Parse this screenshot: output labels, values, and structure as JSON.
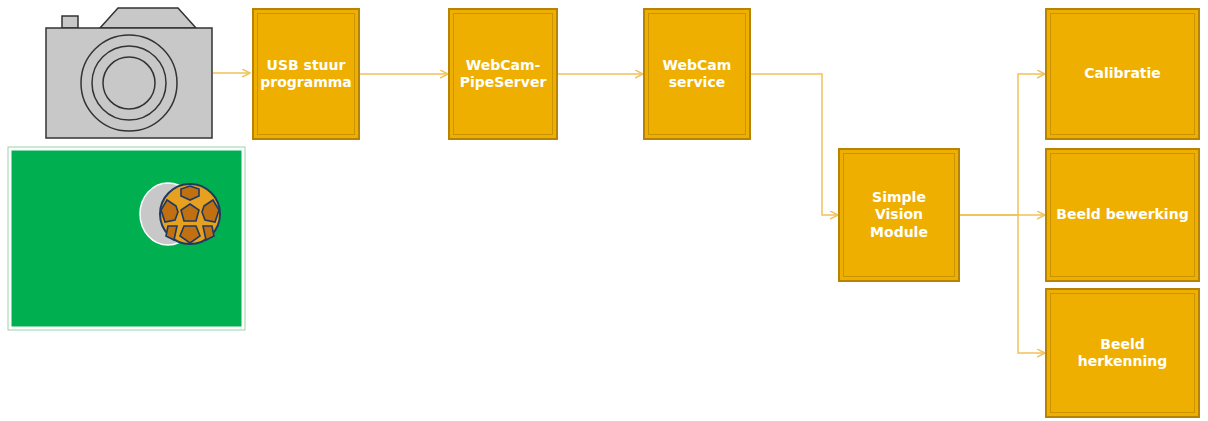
{
  "diagram": {
    "nodes": [
      {
        "text": [
          "USB stuur programma"
        ]
      },
      {
        "text": [
          "WebCam-PipeServer"
        ]
      },
      {
        "text": [
          "WebCam service"
        ]
      },
      {
        "text": [
          "Simple Vision Module"
        ]
      },
      {
        "text": [
          "Calibratie"
        ]
      },
      {
        "text": [
          "Beeld bewerking"
        ]
      },
      {
        "text": [
          "Beeld herkenning"
        ]
      }
    ],
    "edges": [
      {
        "from": 0,
        "to": 1,
        "arrow": "to"
      },
      {
        "from": 1,
        "to": 2,
        "arrow": "to"
      },
      {
        "from": 2,
        "to": 3,
        "arrow": "to"
      },
      {
        "from": 3,
        "to": 4,
        "arrow": "to"
      },
      {
        "from": 3,
        "to": 5,
        "arrow": "to"
      },
      {
        "from": 3,
        "to": 6,
        "arrow": "to"
      }
    ]
  }
}
